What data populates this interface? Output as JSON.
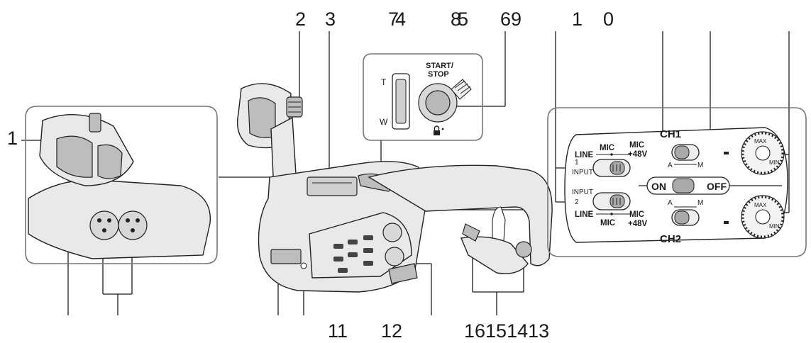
{
  "callouts": {
    "top": [
      "2",
      "3",
      "7",
      "4",
      "8",
      "5",
      "6",
      "9",
      "1",
      "0"
    ],
    "left": "1",
    "bottom": [
      "11",
      "12",
      "16151413"
    ]
  },
  "zoom_switch": {
    "tele": "T",
    "wide": "W"
  },
  "record_button": {
    "label_line1": "START/",
    "label_line2": "STOP"
  },
  "panel": {
    "ch1": "CH1",
    "ch2": "CH2",
    "line1": "LINE",
    "mic1": "MIC",
    "mic48_1a": "MIC",
    "mic48_1b": "+48V",
    "input1": "INPUT",
    "input1_num": "1",
    "input2": "INPUT",
    "input2_num": "2",
    "line2": "LINE",
    "mic2": "MIC",
    "mic48_2a": "MIC",
    "mic48_2b": "+48V",
    "on": "ON",
    "off": "OFF",
    "a1": "A",
    "m1": "M",
    "a2": "A",
    "m2": "M",
    "max1": "MAX",
    "min1": "MIN",
    "max2": "MAX",
    "min2": "MIN"
  }
}
